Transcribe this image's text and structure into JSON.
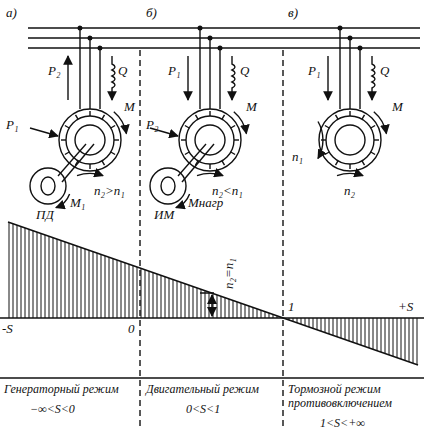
{
  "diagram": {
    "labels": [
      "а)",
      "P₂",
      "Q",
      "P₁",
      "M",
      "n₂>n₁",
      "ПД",
      "M₁",
      "б)",
      "P₁",
      "Q",
      "P₂",
      "M",
      "n₂<n₁",
      "ИМ",
      "Mнагр",
      "в)",
      "P₁",
      "Q",
      "n₁",
      "M",
      "n₂",
      "n₂=n₁",
      "-S",
      "0",
      "1",
      "+S",
      "Генераторный режим",
      "−∞<S<0",
      "Двигательный режим",
      "0<S<1",
      "Тормозной режим противовключением",
      "1<S<+∞"
    ]
  }
}
